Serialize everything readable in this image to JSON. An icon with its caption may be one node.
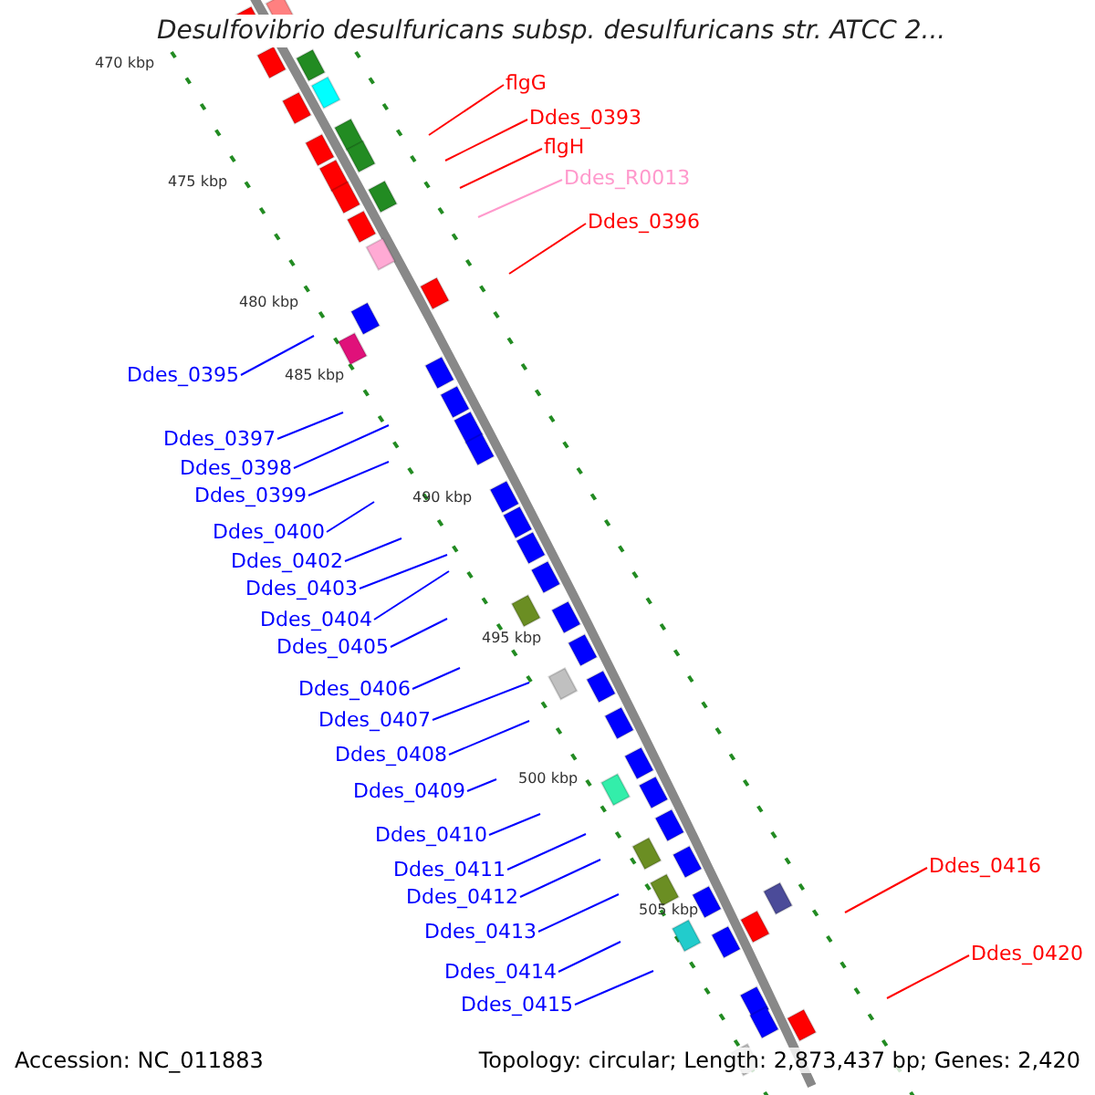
{
  "diagram": {
    "title": "Desulfovibrio desulfuricans subsp. desulfuricans str. ATCC 2...",
    "nodes": [
      {
        "text": [
          "flgG"
        ]
      },
      {
        "text": [
          "Ddes_0393"
        ]
      },
      {
        "text": [
          "flgH"
        ]
      },
      {
        "text": [
          "Ddes_R0013"
        ]
      },
      {
        "text": [
          "Ddes_0396"
        ]
      },
      {
        "text": [
          "Ddes_0395"
        ]
      },
      {
        "text": [
          "Ddes_0397"
        ]
      },
      {
        "text": [
          "Ddes_0398"
        ]
      },
      {
        "text": [
          "Ddes_0399"
        ]
      },
      {
        "text": [
          "Ddes_0400"
        ]
      },
      {
        "text": [
          "Ddes_0402"
        ]
      },
      {
        "text": [
          "Ddes_0403"
        ]
      },
      {
        "text": [
          "Ddes_0404"
        ]
      },
      {
        "text": [
          "Ddes_0405"
        ]
      },
      {
        "text": [
          "Ddes_0406"
        ]
      },
      {
        "text": [
          "Ddes_0407"
        ]
      },
      {
        "text": [
          "Ddes_0408"
        ]
      },
      {
        "text": [
          "Ddes_0409"
        ]
      },
      {
        "text": [
          "Ddes_0410"
        ]
      },
      {
        "text": [
          "Ddes_0411"
        ]
      },
      {
        "text": [
          "Ddes_0412"
        ]
      },
      {
        "text": [
          "Ddes_0413"
        ]
      },
      {
        "text": [
          "Ddes_0414"
        ]
      },
      {
        "text": [
          "Ddes_0415"
        ]
      },
      {
        "text": [
          "Ddes_0416"
        ]
      },
      {
        "text": [
          "Ddes_0420"
        ]
      }
    ],
    "edges": [
      {
        "from": 0,
        "to": null,
        "arrow": "none",
        "color": "#ff0000"
      },
      {
        "from": 1,
        "to": null,
        "arrow": "none",
        "color": "#ff0000"
      },
      {
        "from": 2,
        "to": null,
        "arrow": "none",
        "color": "#ff0000"
      },
      {
        "from": 3,
        "to": null,
        "arrow": "none",
        "color": "#ff99cc"
      },
      {
        "from": 4,
        "to": null,
        "arrow": "none",
        "color": "#ff0000"
      },
      {
        "from": 5,
        "to": null,
        "arrow": "none",
        "color": "#0000ff"
      },
      {
        "from": 6,
        "to": null,
        "arrow": "none",
        "color": "#0000ff"
      },
      {
        "from": 7,
        "to": null,
        "arrow": "none",
        "color": "#0000ff"
      },
      {
        "from": 8,
        "to": null,
        "arrow": "none",
        "color": "#0000ff"
      },
      {
        "from": 9,
        "to": null,
        "arrow": "none",
        "color": "#0000ff"
      },
      {
        "from": 10,
        "to": null,
        "arrow": "none",
        "color": "#0000ff"
      },
      {
        "from": 11,
        "to": null,
        "arrow": "none",
        "color": "#0000ff"
      },
      {
        "from": 12,
        "to": null,
        "arrow": "none",
        "color": "#0000ff"
      },
      {
        "from": 13,
        "to": null,
        "arrow": "none",
        "color": "#0000ff"
      },
      {
        "from": 14,
        "to": null,
        "arrow": "none",
        "color": "#0000ff"
      },
      {
        "from": 15,
        "to": null,
        "arrow": "none",
        "color": "#0000ff"
      },
      {
        "from": 16,
        "to": null,
        "arrow": "none",
        "color": "#0000ff"
      },
      {
        "from": 17,
        "to": null,
        "arrow": "none",
        "color": "#0000ff"
      },
      {
        "from": 18,
        "to": null,
        "arrow": "none",
        "color": "#0000ff"
      },
      {
        "from": 19,
        "to": null,
        "arrow": "none",
        "color": "#0000ff"
      },
      {
        "from": 20,
        "to": null,
        "arrow": "none",
        "color": "#0000ff"
      },
      {
        "from": 21,
        "to": null,
        "arrow": "none",
        "color": "#0000ff"
      },
      {
        "from": 22,
        "to": null,
        "arrow": "none",
        "color": "#0000ff"
      },
      {
        "from": 23,
        "to": null,
        "arrow": "none",
        "color": "#0000ff"
      },
      {
        "from": 24,
        "to": null,
        "arrow": "none",
        "color": "#ff0000"
      },
      {
        "from": 25,
        "to": null,
        "arrow": "none",
        "color": "#ff0000"
      }
    ],
    "labels": [
      "470 kbp",
      "475 kbp",
      "480 kbp",
      "485 kbp",
      "490 kbp",
      "495 kbp",
      "500 kbp",
      "505 kbp",
      "Accession: NC_011883",
      "Topology: circular; Length: 2,873,437 bp; Genes: 2,420"
    ]
  }
}
